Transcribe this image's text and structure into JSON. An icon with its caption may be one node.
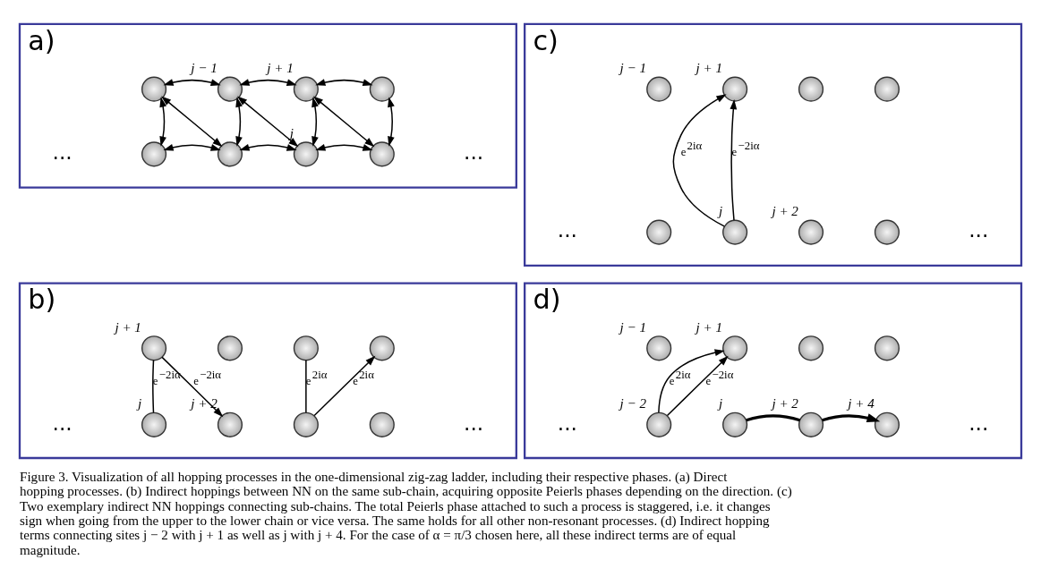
{
  "diagram": {
    "caption": "Figure 3. Visualization of all hopping processes in the one-dimensional zig-zag ladder, including their respective phases. (a) Direct hopping processes. (b) Indirect hoppings between NN on the same sub-chain, acquiring opposite Peierls phases depending on the direction. (c) Two exemplary indirect NN hoppings connecting sub-chains. The total Peierls phase attached to such a process is staggered, i.e. it changes sign when going from the upper to the lower chain or vice versa. The same holds for all other non-resonant processes. (d) Indirect hopping terms connecting sites j − 2 with j + 1 as well as j with j + 4. For the case of α = π/3 chosen here, all these indirect terms are of equal magnitude.",
    "nodes": [
      {
        "text": [
          "a)"
        ]
      },
      {
        "text": [],
        "shape": "circle",
        "in": 0
      },
      {
        "text": [],
        "shape": "circle",
        "in": 0,
        "beside": [
          "j − 1"
        ]
      },
      {
        "text": [],
        "shape": "circle",
        "in": 0,
        "beside": [
          "j + 1"
        ]
      },
      {
        "text": [],
        "shape": "circle",
        "in": 0
      },
      {
        "text": [],
        "shape": "circle",
        "in": 0
      },
      {
        "text": [],
        "shape": "circle",
        "in": 0
      },
      {
        "text": [],
        "shape": "circle",
        "in": 0,
        "beside": [
          "j"
        ]
      },
      {
        "text": [],
        "shape": "circle",
        "in": 0
      },
      {
        "text": [
          "c)"
        ]
      },
      {
        "text": [],
        "shape": "circle",
        "in": 9,
        "beside": [
          "j − 1"
        ]
      },
      {
        "text": [],
        "shape": "circle",
        "in": 9,
        "beside": [
          "j + 1"
        ]
      },
      {
        "text": [],
        "shape": "circle",
        "in": 9
      },
      {
        "text": [],
        "shape": "circle",
        "in": 9
      },
      {
        "text": [],
        "shape": "circle",
        "in": 9
      },
      {
        "text": [],
        "shape": "circle",
        "in": 9,
        "beside": [
          "j"
        ]
      },
      {
        "text": [],
        "shape": "circle",
        "in": 9,
        "beside": [
          "j + 2"
        ]
      },
      {
        "text": [],
        "shape": "circle",
        "in": 9
      },
      {
        "text": [
          "b)"
        ]
      },
      {
        "text": [],
        "shape": "circle",
        "in": 18,
        "beside": [
          "j + 1"
        ]
      },
      {
        "text": [],
        "shape": "circle",
        "in": 18
      },
      {
        "text": [],
        "shape": "circle",
        "in": 18
      },
      {
        "text": [],
        "shape": "circle",
        "in": 18
      },
      {
        "text": [],
        "shape": "circle",
        "in": 18,
        "beside": [
          "j"
        ]
      },
      {
        "text": [],
        "shape": "circle",
        "in": 18,
        "beside": [
          "j + 2"
        ]
      },
      {
        "text": [],
        "shape": "circle",
        "in": 18
      },
      {
        "text": [],
        "shape": "circle",
        "in": 18
      },
      {
        "text": [
          "d)"
        ]
      },
      {
        "text": [],
        "shape": "circle",
        "in": 27,
        "beside": [
          "j − 1"
        ]
      },
      {
        "text": [],
        "shape": "circle",
        "in": 27,
        "beside": [
          "j + 1"
        ]
      },
      {
        "text": [],
        "shape": "circle",
        "in": 27
      },
      {
        "text": [],
        "shape": "circle",
        "in": 27
      },
      {
        "text": [],
        "shape": "circle",
        "in": 27,
        "beside": [
          "j − 2"
        ]
      },
      {
        "text": [],
        "shape": "circle",
        "in": 27,
        "beside": [
          "j"
        ]
      },
      {
        "text": [],
        "shape": "circle",
        "in": 27,
        "beside": [
          "j + 2"
        ]
      },
      {
        "text": [],
        "shape": "circle",
        "in": 27,
        "beside": [
          "j + 4"
        ]
      }
    ],
    "edges": [
      {
        "from": 1,
        "to": 2,
        "arrow": "both"
      },
      {
        "from": 2,
        "to": 3,
        "arrow": "both"
      },
      {
        "from": 3,
        "to": 4,
        "arrow": "both"
      },
      {
        "from": 5,
        "to": 1,
        "arrow": "both"
      },
      {
        "from": 1,
        "to": 6,
        "arrow": "both"
      },
      {
        "from": 6,
        "to": 2,
        "arrow": "both"
      },
      {
        "from": 2,
        "to": 7,
        "arrow": "both"
      },
      {
        "from": 7,
        "to": 3,
        "arrow": "both"
      },
      {
        "from": 3,
        "to": 8,
        "arrow": "both"
      },
      {
        "from": 8,
        "to": 4,
        "arrow": "both"
      },
      {
        "from": 5,
        "to": 6,
        "arrow": "both"
      },
      {
        "from": 6,
        "to": 7,
        "arrow": "both"
      },
      {
        "from": 7,
        "to": 8,
        "arrow": "both"
      },
      {
        "from": 15,
        "to": 11,
        "arrow": "to",
        "label": "e$^{2iα}$"
      },
      {
        "from": 15,
        "to": 11,
        "arrow": "to",
        "label": "e$^{−2iα}$"
      },
      {
        "from": 23,
        "to": 19,
        "arrow": "none",
        "label": "e$^{−2iα}$"
      },
      {
        "from": 19,
        "to": 24,
        "arrow": "to",
        "label": "e$^{−2iα}$"
      },
      {
        "from": 21,
        "to": 25,
        "arrow": "none",
        "label": "e$^{2iα}$"
      },
      {
        "from": 25,
        "to": 22,
        "arrow": "to",
        "label": "e$^{2iα}$"
      },
      {
        "from": 32,
        "to": 29,
        "arrow": "to",
        "label": "e$^{−2iα}$"
      },
      {
        "from": 32,
        "to": 29,
        "arrow": "to",
        "label": "e$^{2iα}$"
      },
      {
        "from": 33,
        "to": 34,
        "arrow": "none",
        "style": "thick"
      },
      {
        "from": 34,
        "to": 35,
        "arrow": "to",
        "style": "thick"
      }
    ],
    "labels": [
      "...",
      "...",
      "...",
      "...",
      "...",
      "...",
      "...",
      "..."
    ]
  }
}
